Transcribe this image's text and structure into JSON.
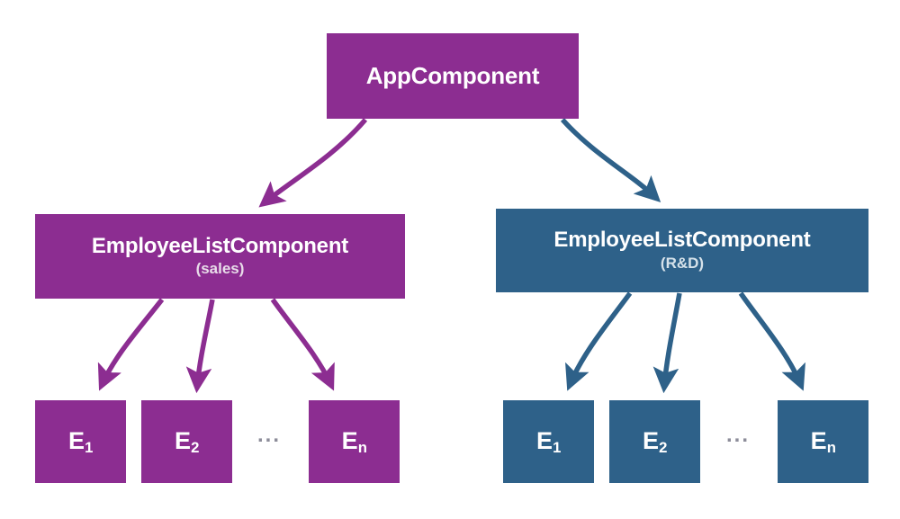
{
  "diagram": {
    "title": "Angular component tree with two EmployeeListComponent branches",
    "colors": {
      "purple": "#8C2D91",
      "blue": "#2E6189",
      "purple_subtitle": "#e8dce9",
      "blue_subtitle": "#d6e2ea",
      "ellipsis": "#8d8d9a",
      "background": "#ffffff",
      "node_text": "#ffffff"
    },
    "root": {
      "label": "AppComponent",
      "subtitle": "",
      "color": "purple"
    },
    "branches": [
      {
        "name": "sales-branch",
        "color": "purple",
        "list": {
          "label": "EmployeeListComponent",
          "subtitle": "(sales)"
        },
        "leaves": [
          {
            "label": "E",
            "subscript": "1"
          },
          {
            "label": "E",
            "subscript": "2"
          },
          {
            "label": "E",
            "subscript": "n"
          }
        ],
        "ellipsis": "..."
      },
      {
        "name": "rnd-branch",
        "color": "blue",
        "list": {
          "label": "EmployeeListComponent",
          "subtitle": "(R&D)"
        },
        "leaves": [
          {
            "label": "E",
            "subscript": "1"
          },
          {
            "label": "E",
            "subscript": "2"
          },
          {
            "label": "E",
            "subscript": "n"
          }
        ],
        "ellipsis": "..."
      }
    ],
    "edges": [
      {
        "name": "app-to-sales-list",
        "from": "AppComponent",
        "to": "EmployeeListComponent (sales)",
        "color": "purple"
      },
      {
        "name": "app-to-rnd-list",
        "from": "AppComponent",
        "to": "EmployeeListComponent (R&D)",
        "color": "blue"
      },
      {
        "name": "sales-list-to-e1",
        "from": "EmployeeListComponent (sales)",
        "to": "E1",
        "color": "purple"
      },
      {
        "name": "sales-list-to-e2",
        "from": "EmployeeListComponent (sales)",
        "to": "E2",
        "color": "purple"
      },
      {
        "name": "sales-list-to-en",
        "from": "EmployeeListComponent (sales)",
        "to": "En",
        "color": "purple"
      },
      {
        "name": "rnd-list-to-e1",
        "from": "EmployeeListComponent (R&D)",
        "to": "E1",
        "color": "blue"
      },
      {
        "name": "rnd-list-to-e2",
        "from": "EmployeeListComponent (R&D)",
        "to": "E2",
        "color": "blue"
      },
      {
        "name": "rnd-list-to-en",
        "from": "EmployeeListComponent (R&D)",
        "to": "En",
        "color": "blue"
      }
    ]
  }
}
